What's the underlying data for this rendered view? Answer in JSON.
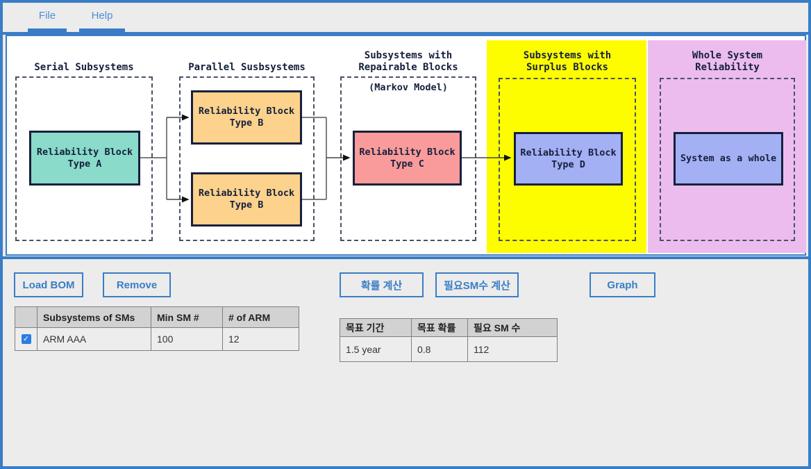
{
  "menu": {
    "file_label": "File",
    "help_label": "Help"
  },
  "diagram": {
    "panel1": {
      "title": "Serial Subsystems"
    },
    "panel2": {
      "title": "Parallel Susbsystems"
    },
    "panel3": {
      "title1": "Subsystems with",
      "title2": "Repairable Blocks",
      "note": "(Markov Model)"
    },
    "panel4": {
      "title1": "Subsystems with",
      "title2": "Surplus Blocks"
    },
    "panel5": {
      "title1": "Whole System",
      "title2": "Reliability"
    },
    "blockA": {
      "line1": "Reliability Block",
      "line2": "Type A"
    },
    "blockB1": {
      "line1": "Reliability Block",
      "line2": "Type B"
    },
    "blockB2": {
      "line1": "Reliability Block",
      "line2": "Type B"
    },
    "blockC": {
      "line1": "Reliability Block",
      "line2": "Type C"
    },
    "blockD": {
      "line1": "Reliability Block",
      "line2": "Type D"
    },
    "blockWhole": {
      "line1": "System as a whole"
    }
  },
  "toolbar": {
    "load_bom_label": "Load BOM",
    "remove_label": "Remove",
    "calc_prob_label": "확률 계산",
    "calc_sm_label": "필요SM수 계산",
    "graph_label": "Graph"
  },
  "bom_table": {
    "col_check": "",
    "col_subsystems": "Subsystems of SMs",
    "col_min_sm": "Min SM #",
    "col_arm": "# of ARM",
    "row": {
      "checked": true,
      "name": "ARM AAA",
      "min_sm": "100",
      "arm": "12"
    }
  },
  "calc_table": {
    "col_period": "목표 기간",
    "col_prob": "목표 확률",
    "col_sm": "필요 SM 수",
    "row": {
      "period": "1.5 year",
      "prob": "0.8",
      "sm": "112"
    }
  },
  "icons": {
    "check": "✓"
  },
  "colors": {
    "accent_blue": "#3a7dc6",
    "panel_yellow": "#fdfd00",
    "panel_violet": "#ecbcee",
    "block_teal": "#8adbc9",
    "block_orange": "#fcd28c",
    "block_salmon": "#f99b9b",
    "block_periwinkle": "#a4b0f4",
    "block_border_navy": "#16203c",
    "checkbox_blue": "#2b7de0"
  }
}
